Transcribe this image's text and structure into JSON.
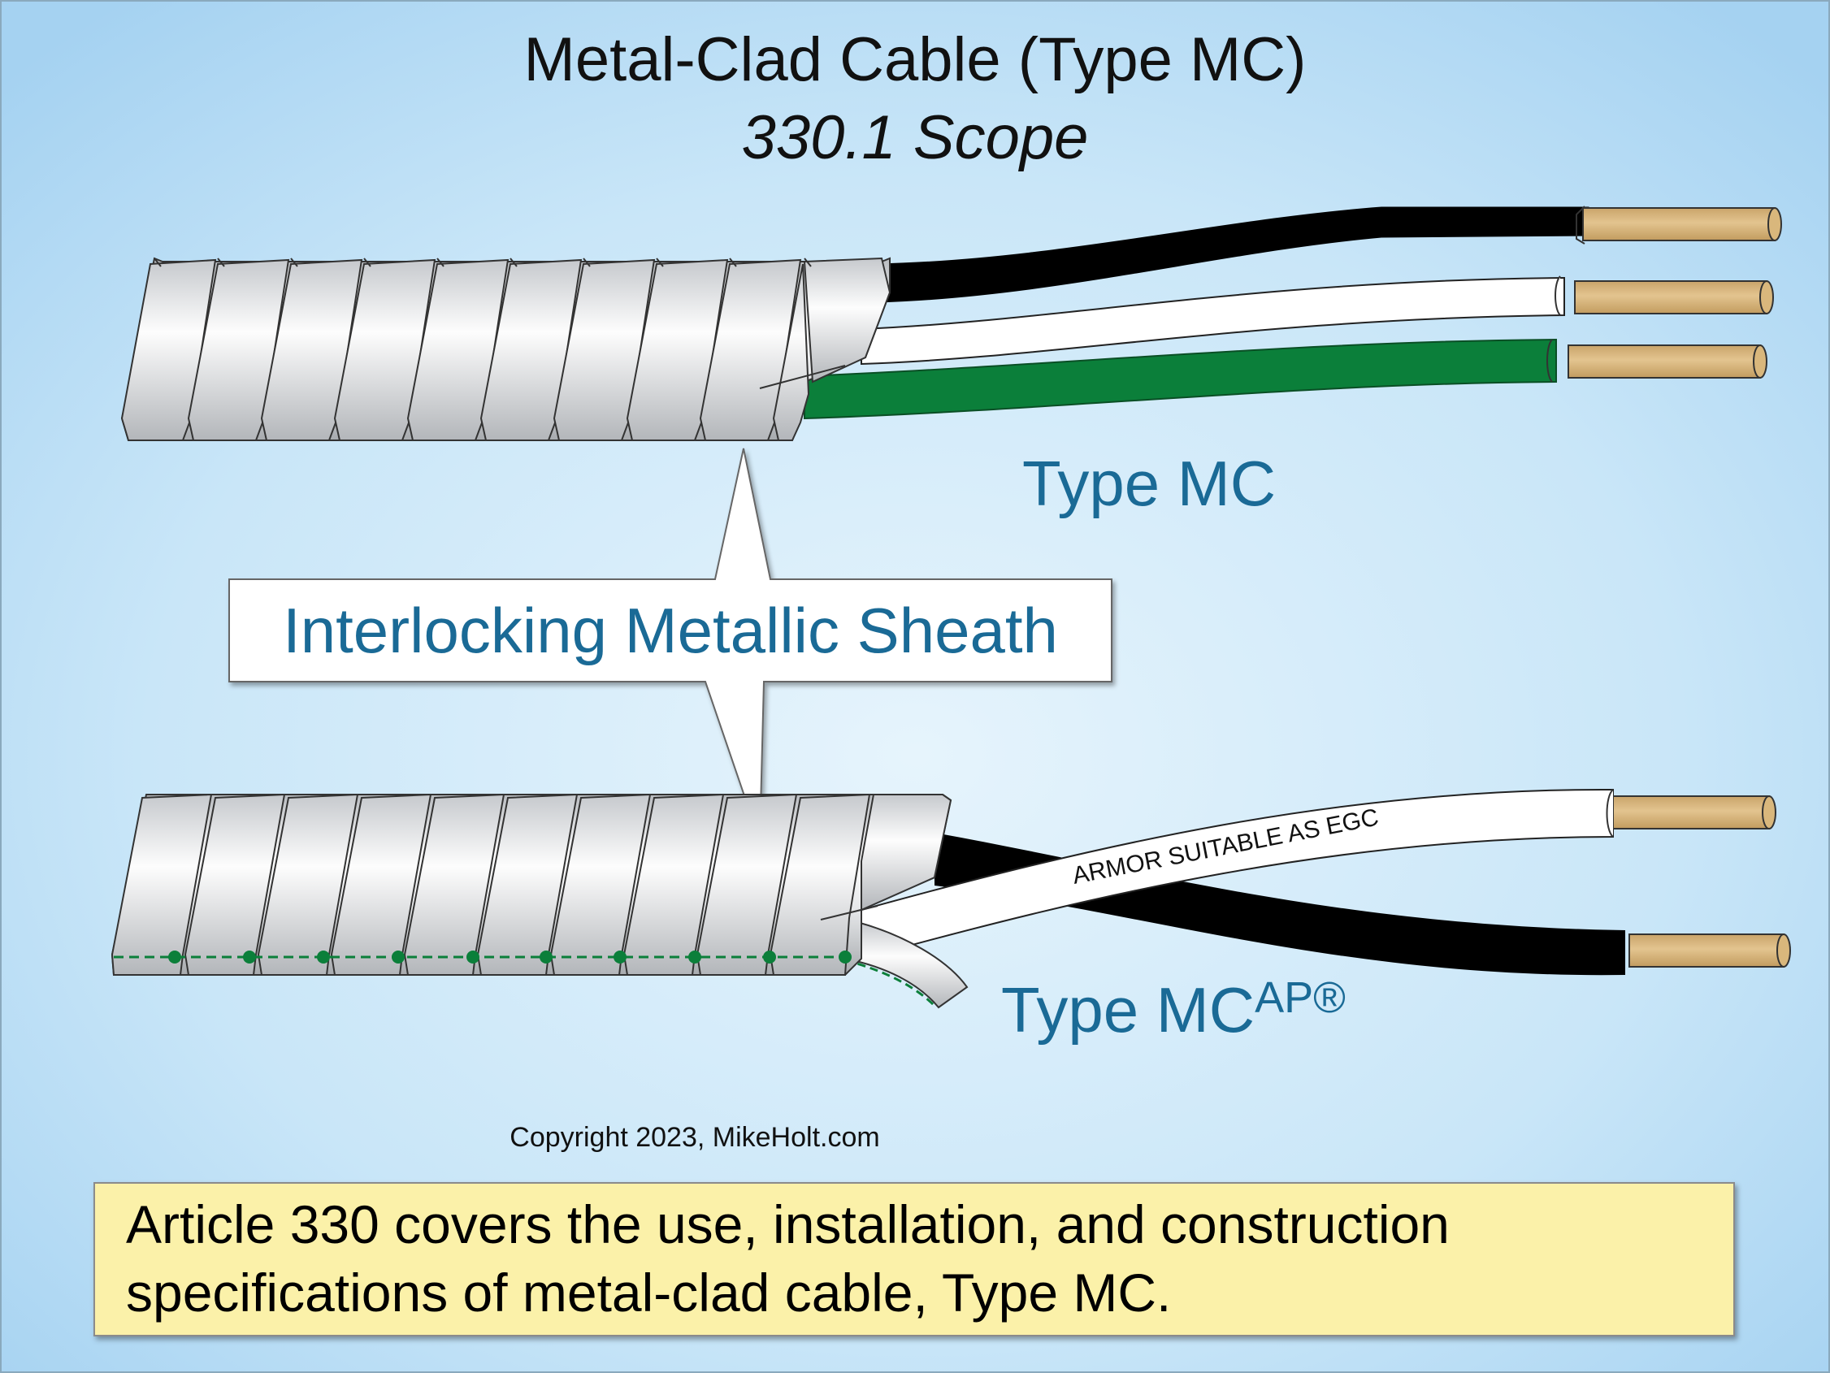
{
  "title": "Metal-Clad Cable (Type MC)",
  "subtitle": "330.1 Scope",
  "callout_label": "Interlocking Metallic Sheath",
  "type_mc_label": "Type MC",
  "type_mcap_label": "Type MC",
  "type_mcap_superscript": "AP®",
  "armor_text": "ARMOR SUITABLE AS EGC",
  "copyright": "Copyright 2023, MikeHolt.com",
  "summary_line1": "Article 330 covers the use, installation, and construction",
  "summary_line2": "specifications of metal-clad cable, Type MC.",
  "colors": {
    "background_center": "#dceffb",
    "background_edge": "#a9d5f3",
    "caption_blue": "#1a6a96",
    "summary_yellow": "#fbf1a9",
    "conductor_black": "#000000",
    "conductor_white": "#ffffff",
    "conductor_green": "#0b7f3a",
    "copper": "#d9b77c",
    "bonding_strip_green": "#0b7f3a"
  }
}
